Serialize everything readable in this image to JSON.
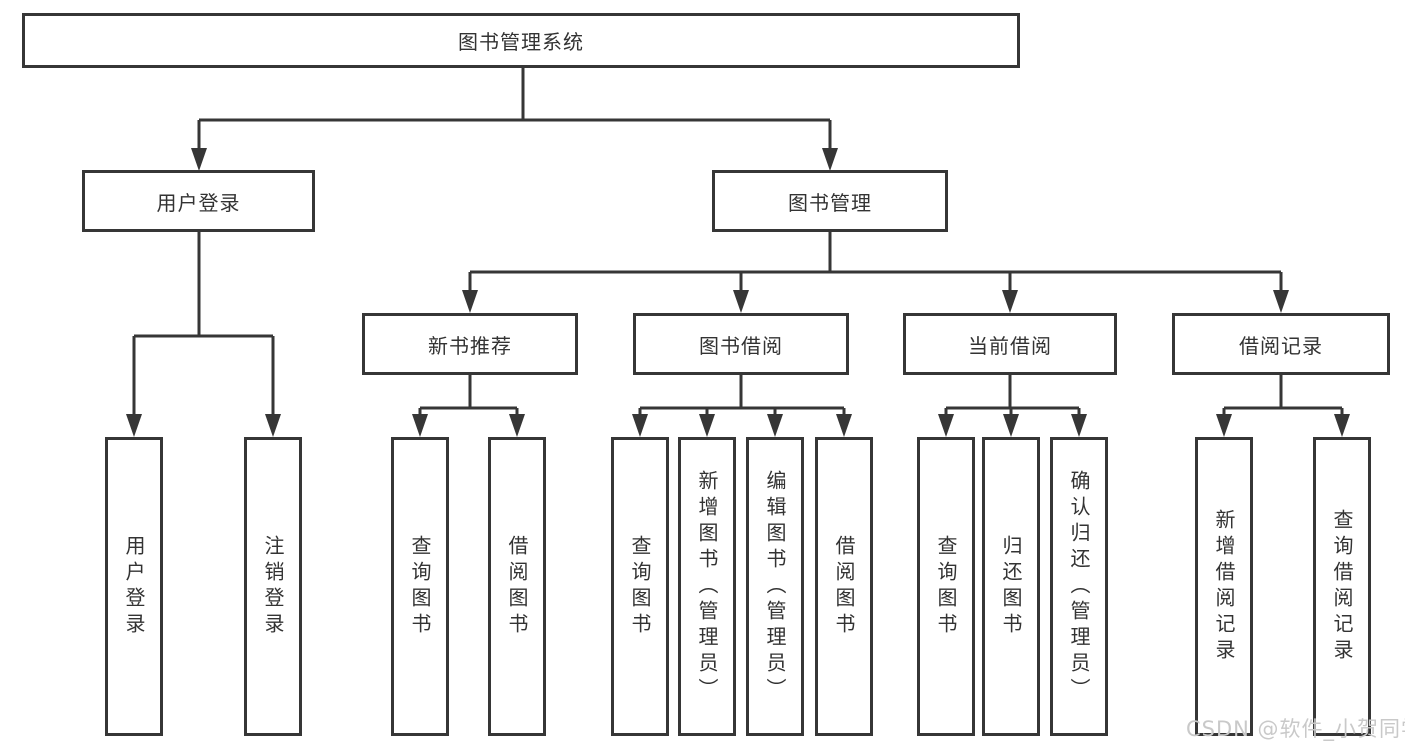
{
  "tree": {
    "root": "图书管理系统",
    "children": [
      {
        "label": "用户登录",
        "children": [
          "用户登录",
          "注销登录"
        ]
      },
      {
        "label": "图书管理",
        "children": [
          {
            "label": "新书推荐",
            "children": [
              "查询图书",
              "借阅图书"
            ]
          },
          {
            "label": "图书借阅",
            "children": [
              "查询图书",
              "新增图书（管理员）",
              "编辑图书（管理员）",
              "借阅图书"
            ]
          },
          {
            "label": "当前借阅",
            "children": [
              "查询图书",
              "归还图书",
              "确认归还（管理员）"
            ]
          },
          {
            "label": "借阅记录",
            "children": [
              "新增借阅记录",
              "查询借阅记录"
            ]
          }
        ]
      }
    ]
  },
  "watermark": {
    "text": "CSDN @软件_小贺同学"
  },
  "colors": {
    "line": "#363636",
    "text": "#333333",
    "watermark": "#c9c9c9",
    "background": "#ffffff"
  }
}
